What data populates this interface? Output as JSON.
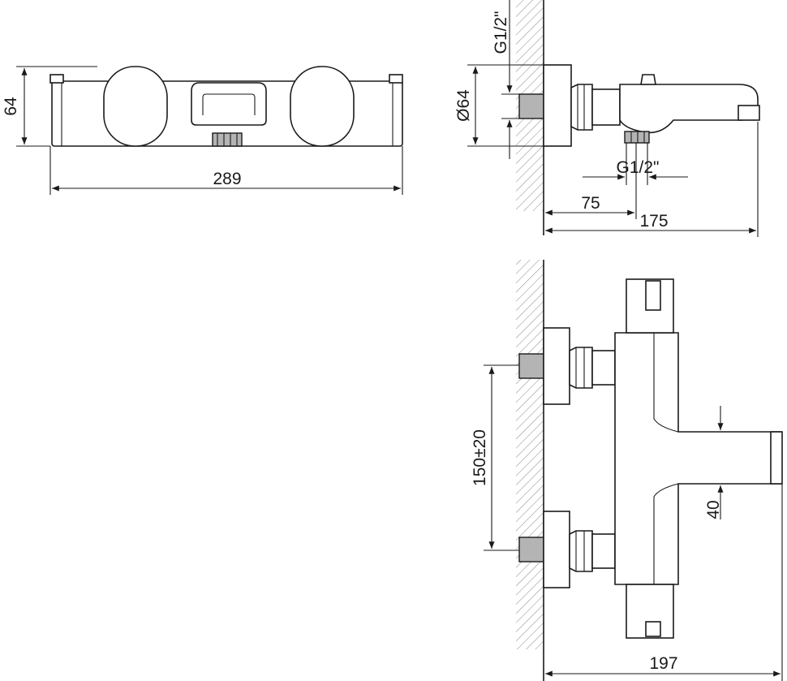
{
  "dimensions": {
    "top_height": "64",
    "top_width": "289",
    "side_thread_top": "G1/2\"",
    "side_diameter": "Ø64",
    "side_thread_bottom": "G1/2\"",
    "side_offset": "75",
    "side_depth": "175",
    "front_spacing": "150±20",
    "front_spout_height": "40",
    "front_depth": "197"
  }
}
